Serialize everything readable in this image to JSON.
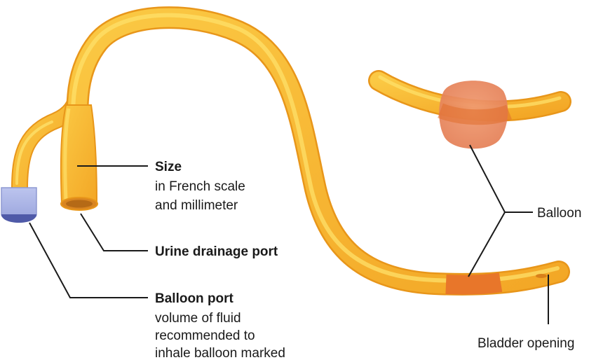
{
  "labels": {
    "size": {
      "title": "Size",
      "lines": [
        "in French scale",
        "and millimeter"
      ]
    },
    "urine_drainage_port": {
      "title": "Urine drainage port"
    },
    "balloon_port": {
      "title": "Balloon port",
      "lines": [
        "volume of fluid",
        "recommended to",
        "inhale balloon marked"
      ]
    },
    "balloon": {
      "title": "Balloon"
    },
    "bladder_opening": {
      "title": "Bladder opening"
    }
  },
  "colors": {
    "tube": "#f6b531",
    "tube_highlight": "#fde06a",
    "tube_edge": "#e8961a",
    "balloon_fill": "#e98c63",
    "balloon_band": "#e8762a",
    "port_cap": "#aab4e6",
    "port_cap_edge": "#5a66b4",
    "leader_line": "#1a1a1a"
  }
}
